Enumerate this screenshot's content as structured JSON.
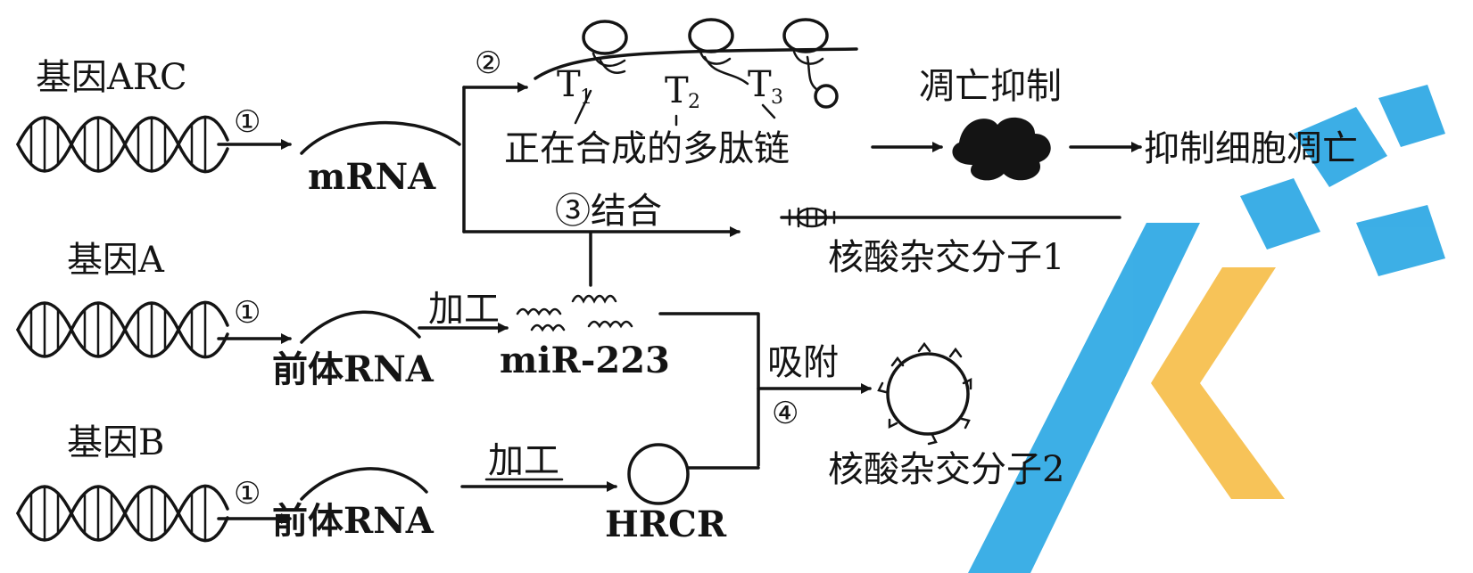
{
  "genes": {
    "arc": "基因ARC",
    "a": "基因A",
    "b": "基因B"
  },
  "steps": {
    "s1_arc": "①",
    "s1_a": "①",
    "s1_b": "①",
    "s2": "②",
    "s3": "③结合",
    "s4": "④"
  },
  "molecules": {
    "mrna": "mRNA",
    "pre_rna_a": "前体RNA",
    "pre_rna_b": "前体RNA",
    "mir223": "miR-223",
    "hrcr": "HRCR",
    "polypeptide": "正在合成的多肽链",
    "hybrid1": "核酸杂交分子1",
    "hybrid2": "核酸杂交分子2"
  },
  "ribosome_labels": {
    "t1": "T",
    "t1_sub": "1",
    "t2": "T",
    "t2_sub": "2",
    "t3": "T",
    "t3_sub": "3"
  },
  "processes": {
    "process_a": "加工",
    "process_b": "加工",
    "adsorb": "吸附"
  },
  "apoptosis": {
    "inhibit_protein": "凋亡抑制",
    "inhibit_cell": "抑制细胞凋亡"
  },
  "watermark": {
    "colors": {
      "blue": "#1ba1e2",
      "yellow": "#f6b93b"
    }
  }
}
